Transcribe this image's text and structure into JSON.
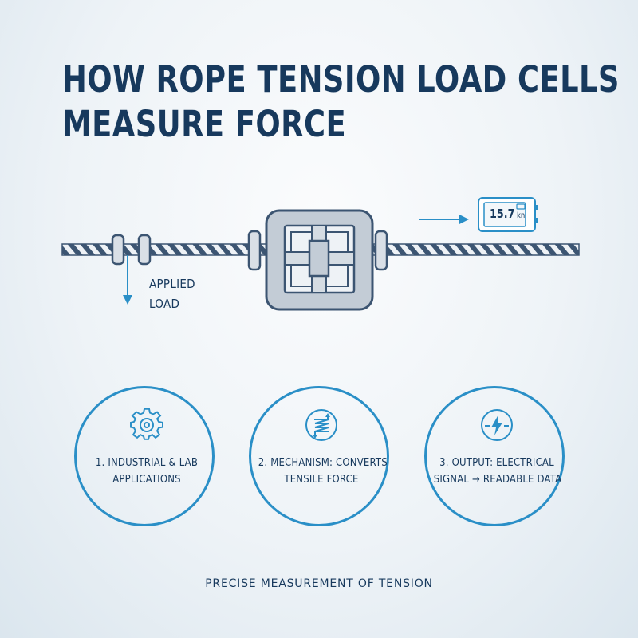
{
  "title": {
    "line1": "HOW ROPE TENSION LOAD CELLS",
    "line2": "MEASURE FORCE"
  },
  "diagram": {
    "applied_load": {
      "line1": "APPLIED",
      "line2": "LOAD"
    },
    "display": {
      "value": "15.7",
      "unit": "kn"
    }
  },
  "steps": [
    {
      "line1": "1. INDUSTRIAL & LAB",
      "line2": "APPLICATIONS",
      "icon": "gear-icon"
    },
    {
      "line1": "2. MECHANISM: CONVERTS",
      "line2": "TENSILE FORCE",
      "icon": "tension-spring-icon"
    },
    {
      "line1": "3. OUTPUT: ELECTRICAL",
      "line2": "SIGNAL → READABLE DATA",
      "icon": "electric-signal-icon"
    }
  ],
  "footer": "PRECISE MEASUREMENT OF TENSION",
  "colors": {
    "navy": "#17395d",
    "accent_blue": "#2a8fc7",
    "device_gray": "#c3ccd6",
    "background": "#eef3f7"
  }
}
